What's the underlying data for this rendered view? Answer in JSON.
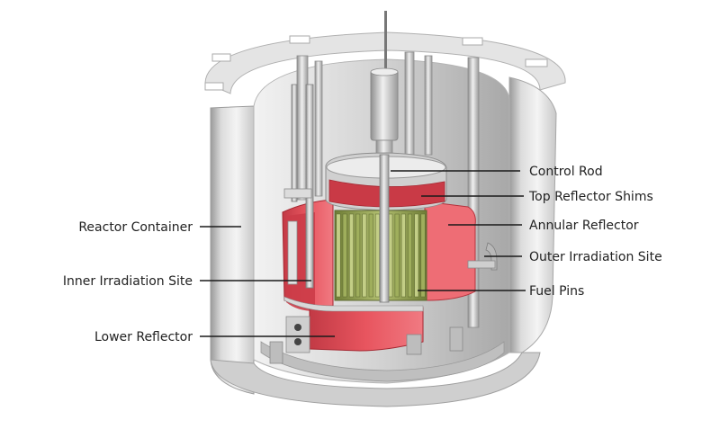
{
  "labels": {
    "control_rod": "Control Rod",
    "top_reflector_shims": "Top Reflector Shims",
    "annular_reflector": "Annular Reflector",
    "outer_irradiation_site": "Outer Irradiation Site",
    "fuel_pins": "Fuel Pins",
    "reactor_container": "Reactor Container",
    "inner_irradiation_site": "Inner Irradiation Site",
    "lower_reflector": "Lower Reflector"
  },
  "colors": {
    "reflector_red": "#e8555f",
    "reflector_red_dark": "#b9303c",
    "fuel_green": "#8a9a4a",
    "metal_light": "#e6e6e6",
    "metal_mid": "#bdbdbd",
    "metal_dark": "#8e8e8e",
    "label_text": "#222222"
  }
}
